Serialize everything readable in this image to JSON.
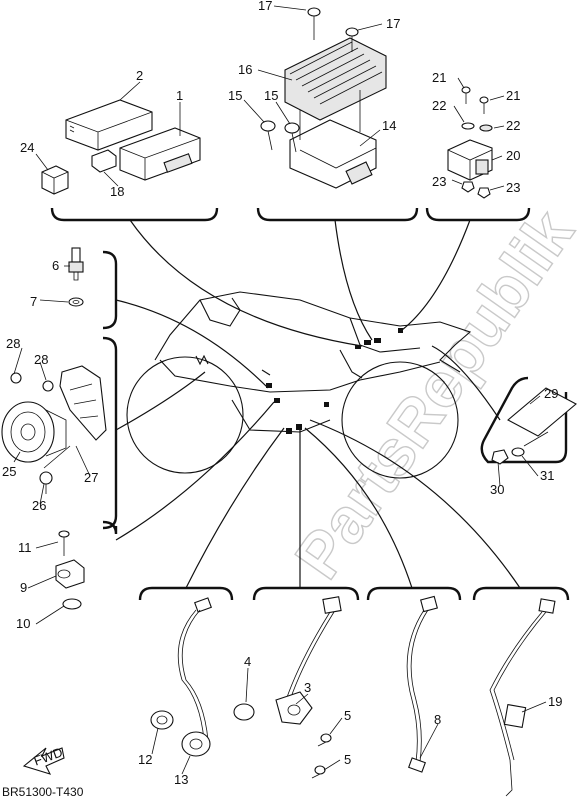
{
  "diagram_code": "BR51300-T430",
  "watermark": "PartsRepublik",
  "direction_label": "FWD",
  "part_numbers": {
    "p1": "1",
    "p2": "2",
    "p3": "3",
    "p4": "4",
    "p5a": "5",
    "p5b": "5",
    "p6": "6",
    "p7": "7",
    "p8": "8",
    "p9": "9",
    "p10": "10",
    "p11": "11",
    "p12": "12",
    "p13": "13",
    "p14": "14",
    "p15a": "15",
    "p15b": "15",
    "p16": "16",
    "p17a": "17",
    "p17b": "17",
    "p18": "18",
    "p19": "19",
    "p20": "20",
    "p21a": "21",
    "p21b": "21",
    "p22a": "22",
    "p22b": "22",
    "p23a": "23",
    "p23b": "23",
    "p24": "24",
    "p25": "25",
    "p26": "26",
    "p27": "27",
    "p28a": "28",
    "p28b": "28",
    "p29": "29",
    "p30": "30",
    "p31": "31"
  }
}
